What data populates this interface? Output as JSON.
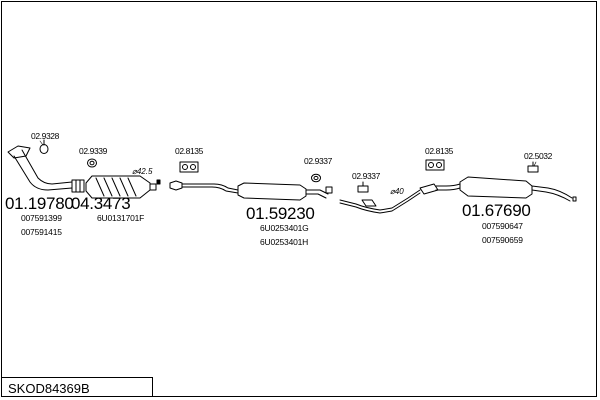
{
  "title": "SKOD84369B",
  "groups": [
    {
      "id": "front",
      "main": "01.19780",
      "subs": [
        "007591399",
        "007591415"
      ]
    },
    {
      "id": "cat",
      "main": "04.3473",
      "subs": [
        "6U0131701F"
      ]
    },
    {
      "id": "middle",
      "main": "01.59230",
      "subs": [
        "6U0253401G",
        "6U0253401H"
      ]
    },
    {
      "id": "rear",
      "main": "01.67690",
      "subs": [
        "007590647",
        "007590659"
      ]
    }
  ],
  "accessories": [
    {
      "id": "acc1",
      "code": "02.9328"
    },
    {
      "id": "acc2",
      "code": "02.9339"
    },
    {
      "id": "acc3",
      "code": "02.8135"
    },
    {
      "id": "acc4",
      "code": "02.9337"
    },
    {
      "id": "acc5",
      "code": "02.9337"
    },
    {
      "id": "acc6",
      "code": "02.8135"
    },
    {
      "id": "acc7",
      "code": "02.5032"
    }
  ],
  "diameters": [
    {
      "id": "d1",
      "label": "⌀42.5"
    },
    {
      "id": "d2",
      "label": "⌀40"
    }
  ]
}
